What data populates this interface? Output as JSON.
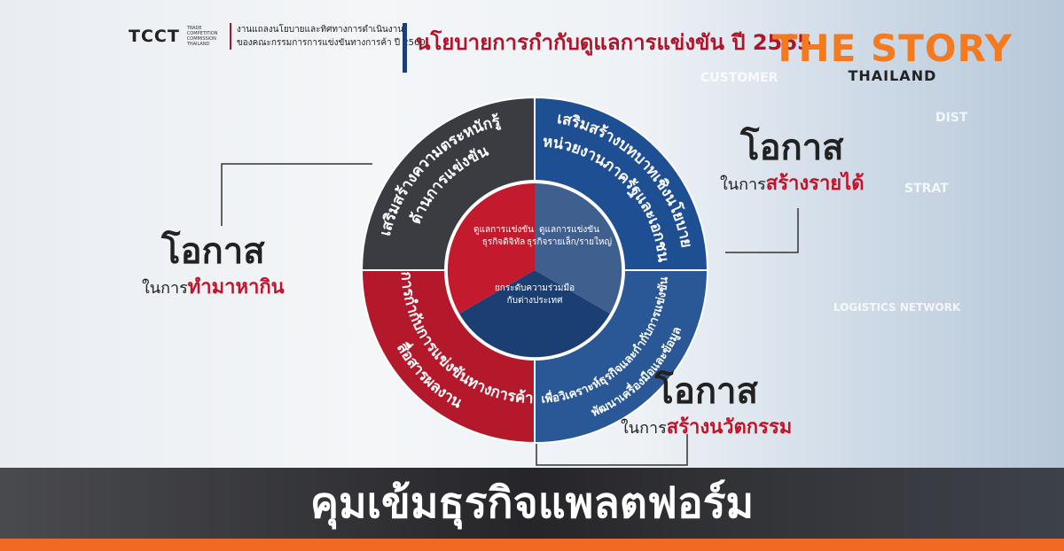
{
  "header": {
    "logo_text": "TCCT",
    "logo_sub": "TRADE COMPETITION COMMISSION THAILAND",
    "org_line1": "งานแถลงนโยบายและทิศทางการดำเนินงาน",
    "org_line2": "ของคณะกรรมการการแข่งขันทางการค้า ปี 2560",
    "title": "นโยบายการกำกับดูแลการแข่งขัน ปี 2565"
  },
  "brand": {
    "name": "THE STORY",
    "sub": "THAILAND",
    "color": "#f47a20"
  },
  "background_words": [
    "CUSTOMER",
    "DIST",
    "STRAT",
    "LOGISTICS NETWORK"
  ],
  "diagram": {
    "quadrants": [
      {
        "line1": "เสริมสร้างความตระหนักรู้",
        "line2": "ด้านการแข่งขัน",
        "color": "#3a3c42"
      },
      {
        "line1": "เสริมสร้างบทบาทเชิงนโยบาย",
        "line2": "หน่วยงานภาครัฐและเอกชน",
        "color": "#1f4f93"
      },
      {
        "line1": "สื่อสารผลงาน",
        "line2": "การกำกับการแข่งขันทางการค้า",
        "color": "#b3182b"
      },
      {
        "line1": "พัฒนาเครื่องมือและข้อมูล",
        "line2": "เพื่อวิเคราะห์ธุรกิจและกำกับการแข่งขัน",
        "color": "#2a5796"
      }
    ],
    "core": [
      {
        "line1": "ดูแลการแข่งขัน",
        "line2": "ธุรกิจดิจิทัล",
        "color": "#c41a2e"
      },
      {
        "line1": "ดูแลการแข่งขัน",
        "line2": "ธุรกิจรายเล็ก/รายใหญ่",
        "color": "#3f5f8f"
      },
      {
        "line1": "ยกระดับความร่วมมือ",
        "line2": "กับต่างประเทศ",
        "color": "#1c3f73"
      }
    ]
  },
  "opportunities": [
    {
      "title": "โอกาส",
      "prefix": "ในการ",
      "highlight": "ทำมาหากิน"
    },
    {
      "title": "โอกาส",
      "prefix": "ในการ",
      "highlight": "สร้างรายได้"
    },
    {
      "title": "โอกาส",
      "prefix": "ในการ",
      "highlight": "สร้างนวัตกรรม"
    }
  ],
  "caption": "คุมเข้มธุรกิจแพลตฟอร์ม"
}
